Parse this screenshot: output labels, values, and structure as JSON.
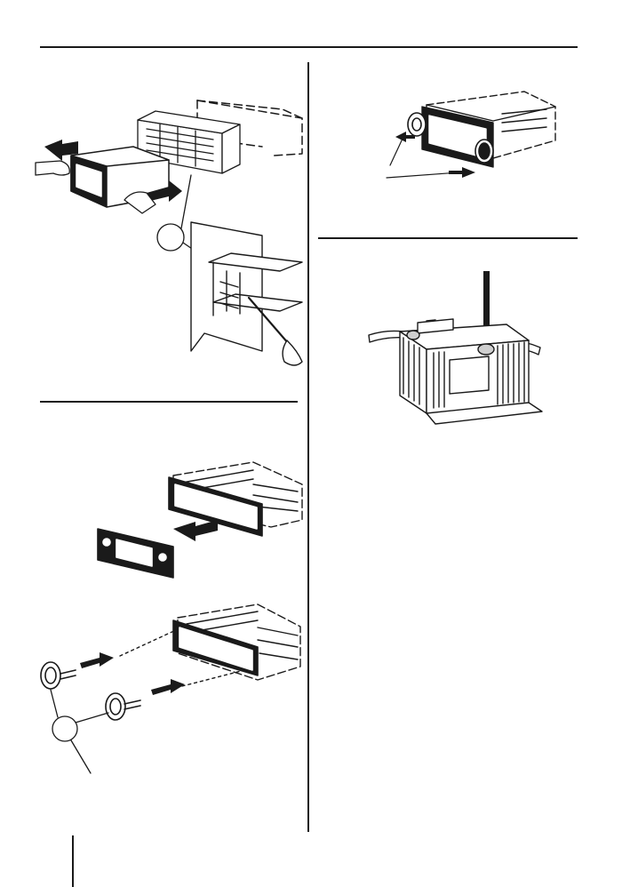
{
  "page": {
    "figures": [
      {
        "id": "fig-frame-installation",
        "icon": "radio-into-mounting-frame-icon"
      },
      {
        "id": "fig-removal-keys-side",
        "icon": "radio-removal-keys-icon"
      },
      {
        "id": "fig-car-battery",
        "icon": "car-battery-terminal-icon"
      },
      {
        "id": "fig-faceplate-removal",
        "icon": "detachable-faceplate-icon"
      },
      {
        "id": "fig-insert-removal-keys",
        "icon": "insert-removal-keys-icon"
      }
    ],
    "colors": {
      "ink": "#1a1a1a",
      "paper": "#ffffff"
    }
  }
}
